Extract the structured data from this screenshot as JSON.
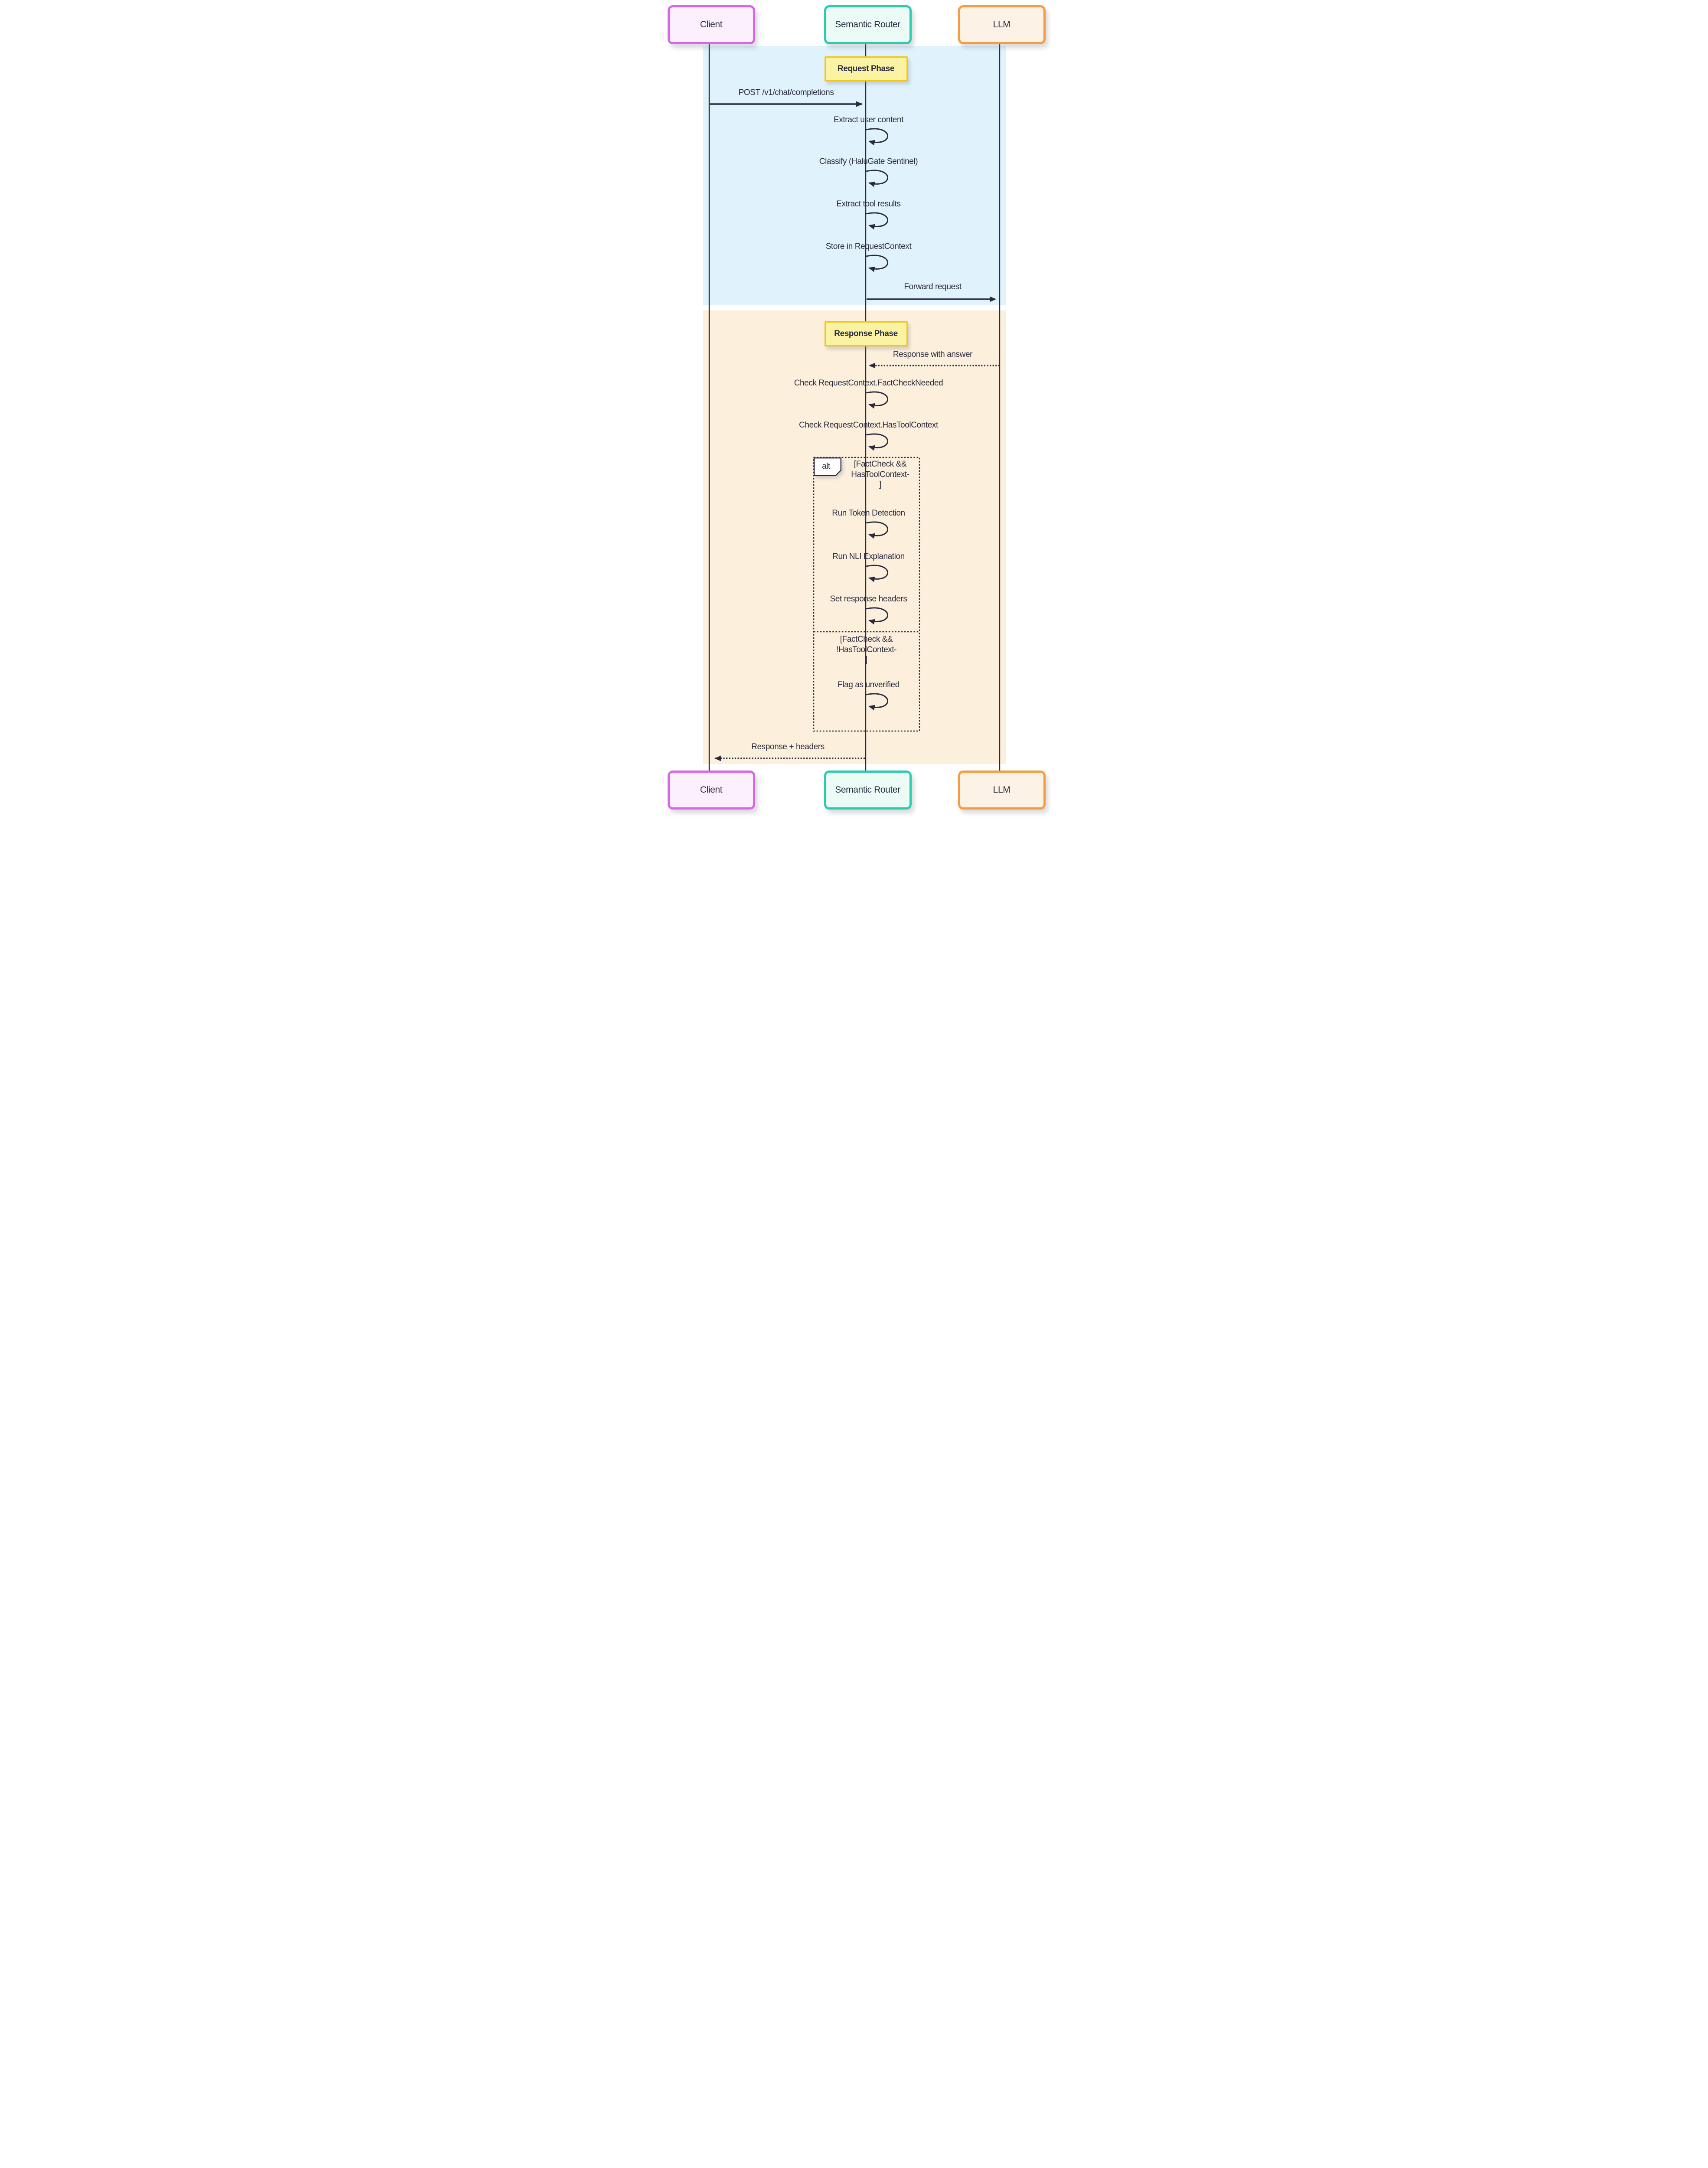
{
  "diagram_type": "sequence-diagram",
  "actors": [
    {
      "id": "client",
      "name": "Client"
    },
    {
      "id": "router",
      "name": "Semantic Router"
    },
    {
      "id": "llm",
      "name": "LLM"
    }
  ],
  "phases": [
    {
      "id": "request",
      "label": "Request Phase"
    },
    {
      "id": "response",
      "label": "Response Phase"
    }
  ],
  "messages": {
    "post": "POST /v1/chat/completions",
    "extract_user": "Extract user content",
    "classify": "Classify (HaluGate Sentinel)",
    "extract_tool": "Extract tool results",
    "store_context": "Store in RequestContext",
    "forward": "Forward request",
    "response_answer": "Response with answer",
    "check_factcheck": "Check RequestContext.FactCheckNeeded",
    "check_toolcontext": "Check RequestContext.HasToolContext",
    "run_token": "Run Token Detection",
    "run_nli": "Run NLI Explanation",
    "set_headers": "Set response headers",
    "flag_unverified": "Flag as unverified",
    "response_headers": "Response + headers"
  },
  "alt": {
    "keyword": "alt",
    "branch1": {
      "guard_line1": "[FactCheck &&",
      "guard_line2": "HasToolContext-",
      "guard_line3": "]"
    },
    "branch2": {
      "guard_line1": "[FactCheck &&",
      "guard_line2": "!HasToolContext-",
      "guard_line3": "]"
    }
  },
  "colors": {
    "line": "#2A2A40",
    "client_border": "#D966E8",
    "client_fill": "#FBF0FC",
    "router_border": "#2BCBAD",
    "router_fill": "#ECFBF6",
    "llm_border": "#F59C40",
    "llm_fill": "#FDF2E6",
    "note_border": "#F2C61D",
    "note_fill": "#FBF3A4",
    "request_bg": "#E0F3FC",
    "response_bg": "#FCF0DD"
  }
}
